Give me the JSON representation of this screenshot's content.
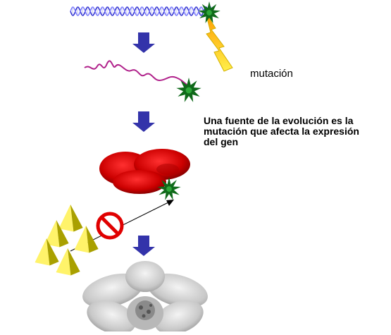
{
  "labels": {
    "mutation": "mutación",
    "caption_lines": [
      "Una fuente de la evolución es la",
      "mutación que afecta la expresión",
      "del gen"
    ]
  },
  "colors": {
    "dna_strand_a": "#2a2ad0",
    "dna_strand_b": "#7a7aff",
    "rna": "#b0208a",
    "mutation_star": "#0f6a1a",
    "lightning": "#ffd21a",
    "arrow": "#3333aa",
    "protein": "#cc0000",
    "inhibitor": "#e00000",
    "pyramids": "#b8b000",
    "flower": "#c8c8c8"
  },
  "icons": [
    "dna-icon",
    "mutation-star-icon",
    "lightning-icon",
    "rna-icon",
    "protein-icon",
    "inhibitor-icon",
    "pyramid-icon",
    "flower-icon",
    "down-arrow-icon"
  ]
}
